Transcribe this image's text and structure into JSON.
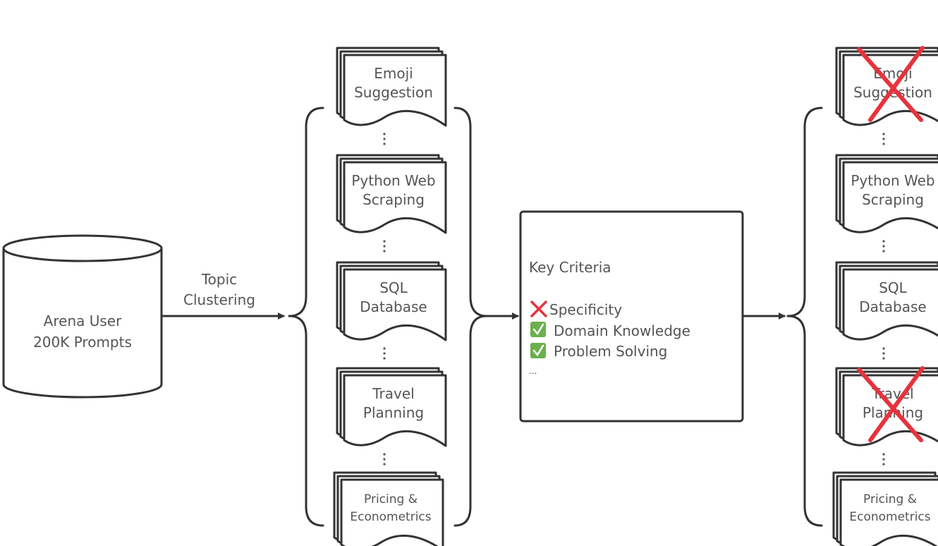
{
  "source": {
    "line1": "Arena User",
    "line2": "200K Prompts"
  },
  "edge_label": {
    "line1": "Topic",
    "line2": "Clustering"
  },
  "clusters": [
    {
      "lines": [
        "Emoji",
        "Suggestion"
      ],
      "filtered_out": true
    },
    {
      "lines": [
        "Python Web",
        "Scraping"
      ],
      "filtered_out": false
    },
    {
      "lines": [
        "SQL",
        "Database"
      ],
      "filtered_out": false
    },
    {
      "lines": [
        "Travel",
        "Planning"
      ],
      "filtered_out": true
    },
    {
      "lines": [
        "Pricing &",
        "Econometrics"
      ],
      "filtered_out": false
    }
  ],
  "criteria_box": {
    "title": "Key Criteria",
    "items": [
      {
        "icon": "red-x-icon",
        "label": "Specificity"
      },
      {
        "icon": "green-check-icon",
        "label": "Domain Knowledge"
      },
      {
        "icon": "green-check-icon",
        "label": "Problem Solving"
      }
    ],
    "ellipsis": "..."
  },
  "colors": {
    "stroke": "#333333",
    "text": "#555555",
    "reject": "#e8323c",
    "accept": "#6ab04c"
  }
}
